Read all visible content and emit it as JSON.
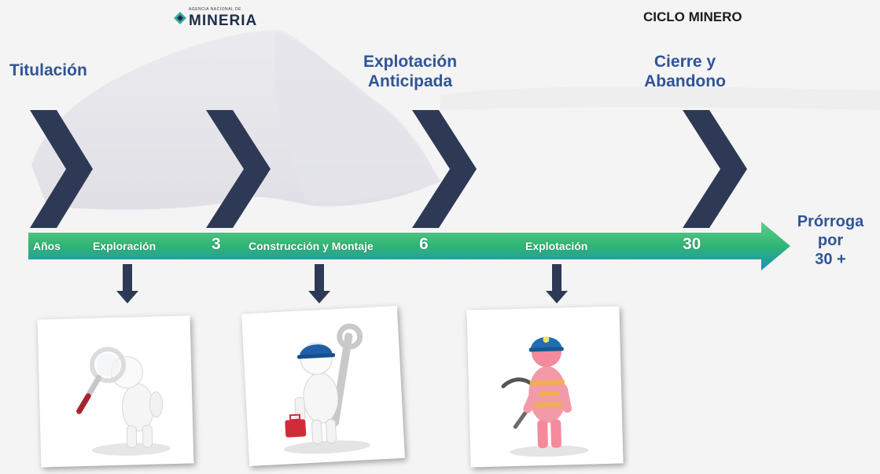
{
  "header": {
    "logo_small": "AGENCIA NACIONAL DE",
    "logo_main": "MINERIA",
    "title": "CICLO MINERO"
  },
  "phases": {
    "titulacion": "Titulación",
    "explotacion_anticipada_1": "Explotación",
    "explotacion_anticipada_2": "Anticipada",
    "cierre_1": "Cierre y",
    "cierre_2": "Abandono"
  },
  "timeline": {
    "years_label": "Años",
    "exploracion": "Exploración",
    "year_3": "3",
    "construccion": "Construcción y Montaje",
    "year_6": "6",
    "explotacion": "Explotación",
    "year_30": "30"
  },
  "extension": {
    "line1": "Prórroga",
    "line2": "por",
    "line3": "30 +"
  },
  "icons": {
    "card1": "magnifier-person-icon",
    "card2": "worker-tools-icon",
    "card3": "miner-pickaxe-icon"
  },
  "colors": {
    "phase_text": "#2f5597",
    "chevron": "#2e3a55",
    "arrow_green": "#3cb371",
    "arrow_blue": "#1f8fbf"
  }
}
